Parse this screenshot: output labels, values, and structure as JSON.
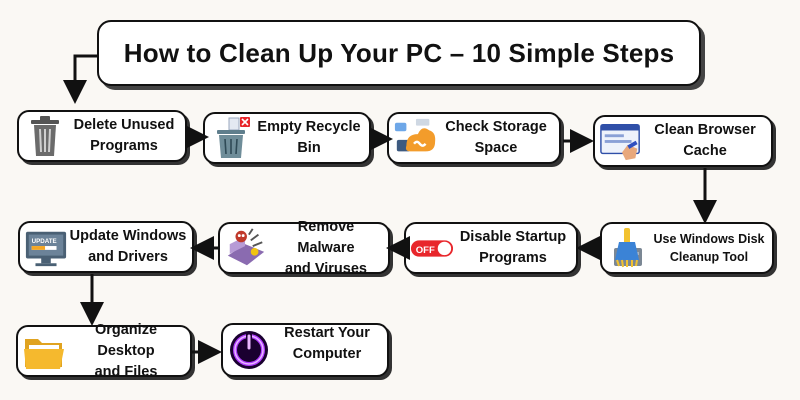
{
  "title": "How to Clean Up Your PC – 10 Simple Steps",
  "steps": [
    {
      "label": "Delete Unused\nPrograms",
      "icon": "trash-bin-icon"
    },
    {
      "label": "Empty Recycle\nBin",
      "icon": "recycle-bin-icon"
    },
    {
      "label": "Check Storage\nSpace",
      "icon": "cloud-storage-icon"
    },
    {
      "label": "Clean Browser\nCache",
      "icon": "browser-cleaning-icon"
    },
    {
      "label": "Use Windows Disk\nCleanup Tool",
      "icon": "disk-cleanup-brush-icon"
    },
    {
      "label": "Disable Startup\nPrograms",
      "icon": "off-toggle-icon"
    },
    {
      "label": "Remove Malware\nand Viruses",
      "icon": "malware-icon"
    },
    {
      "label": "Update Windows\nand Drivers",
      "icon": "update-monitor-icon"
    },
    {
      "label": "Organize Desktop\nand Files",
      "icon": "folder-icon"
    },
    {
      "label": "Restart Your\nComputer",
      "icon": "power-button-icon"
    }
  ],
  "toggle_text": "OFF",
  "update_text": "UPDATE",
  "colors": {
    "accent_red": "#e8262b",
    "folder_yellow": "#f5b92e",
    "power_purple": "#b13cff"
  }
}
